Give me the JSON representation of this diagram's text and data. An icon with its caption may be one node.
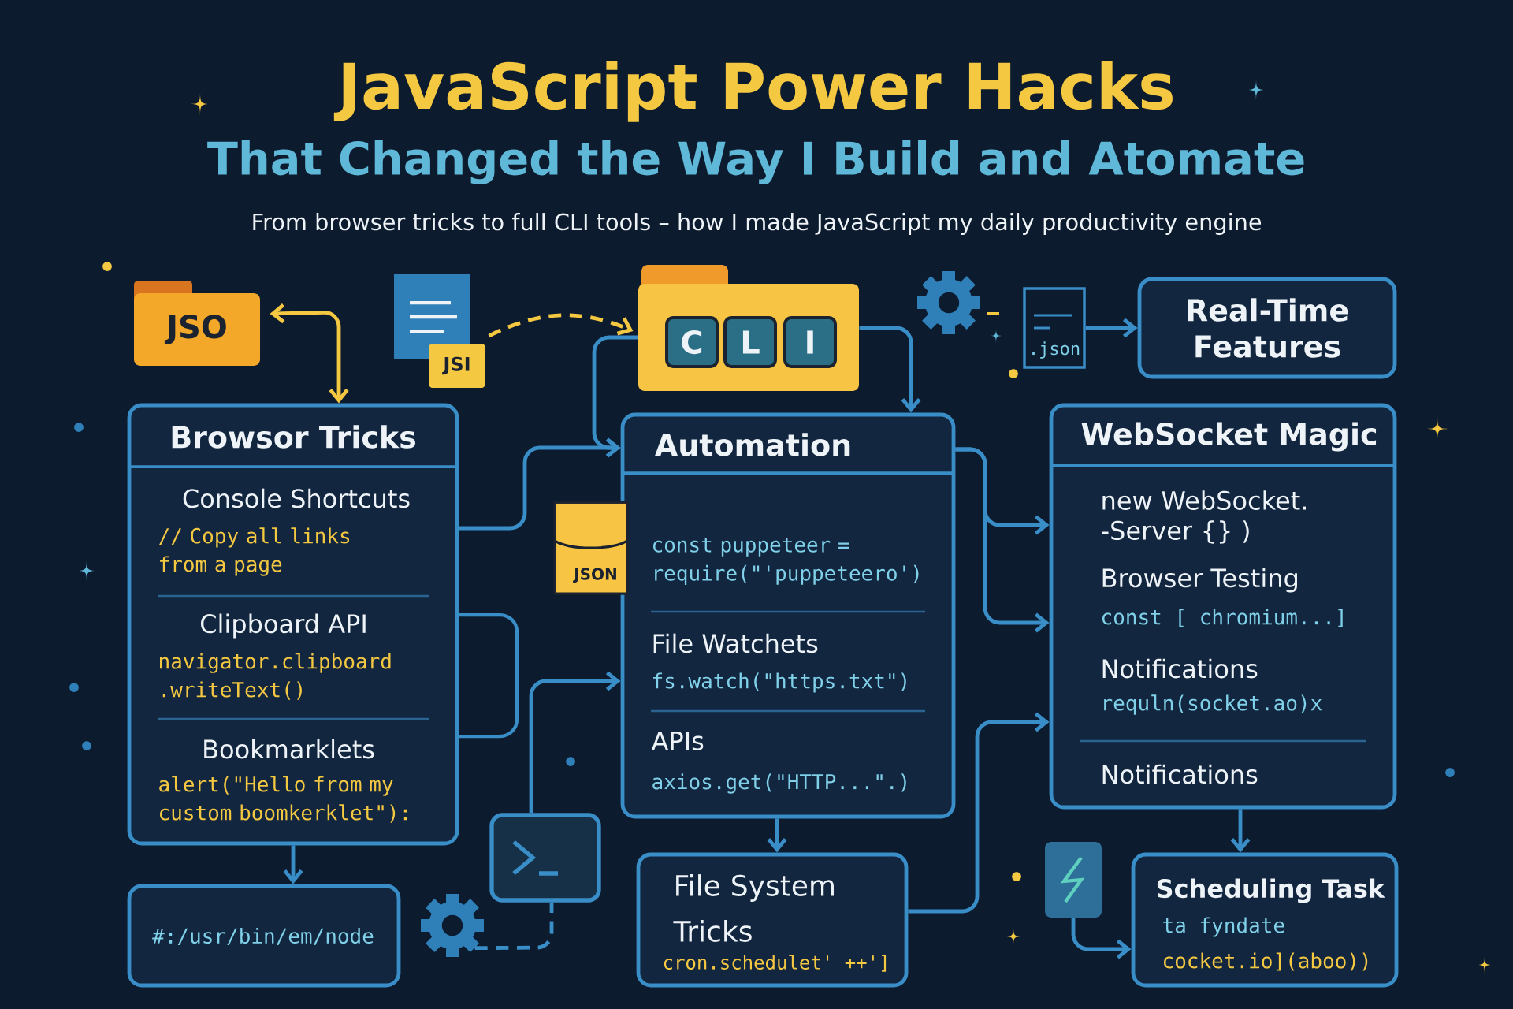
{
  "diagram": {
    "title": "JavaScript Power Hacks",
    "caption": "From browser tricks to full CLI tools – how I made JavaScript my daily productivity engine",
    "labels": [
      "That Changed the Way I Build and Atomate"
    ],
    "nodes": [
      {
        "text": [
          "JSO"
        ]
      },
      {
        "text": [
          "JSI"
        ]
      },
      {
        "text": [
          "C",
          "L",
          "I"
        ]
      },
      {
        "text": [
          ".json"
        ]
      },
      {
        "text": [
          "Real-Time Features"
        ]
      },
      {
        "text": [
          "Browsor Tricks",
          "Console Shortcuts",
          "// Copy all links from a page",
          "Clipboard API",
          "navigator.clipboard .writeText()",
          "Bookmarklets",
          "alert(\"Hello from my custom boomkerklet\"):"
        ]
      },
      {
        "text": [
          "Automation",
          "const puppeteer = require(\"'puppeteero')",
          "File Watchets",
          "fs.watch(\"https.txt\")",
          "APIs",
          "axios.get(\"HTTP...\".)"
        ]
      },
      {
        "text": [
          "JSON"
        ]
      },
      {
        "text": [
          "WebSocket Magic",
          "new WebSocket. -Server {} )",
          "Browser Testing",
          "const [ chromium...]",
          "Notifications",
          "requln(socket.ao)x",
          "Notifications"
        ]
      },
      {
        "text": [
          "#:/usr/bin/em/node"
        ]
      },
      {
        "text": [],
        "shape": "gear"
      },
      {
        "text": [],
        "shape": "box"
      },
      {
        "text": [
          "File System Tricks",
          "cron.schedulet' ++']"
        ]
      },
      {
        "text": [],
        "shape": "box"
      },
      {
        "text": [
          "Scheduling Task",
          "ta fyndate",
          "cocket.io](aboo))"
        ]
      }
    ],
    "edges": [
      {
        "from": 0,
        "to": 5,
        "arrow": "both",
        "color": "#f5c842"
      },
      {
        "from": 1,
        "to": 2,
        "arrow": "to",
        "style": "dashed",
        "color": "#f5c842"
      },
      {
        "from": 2,
        "to": 6,
        "arrow": "to"
      },
      {
        "from": 2,
        "to": 6,
        "arrow": "to"
      },
      {
        "from": 5,
        "to": 6,
        "arrow": "to"
      },
      {
        "from": 11,
        "to": 6,
        "arrow": "to"
      },
      {
        "from": 6,
        "to": 8,
        "arrow": "to"
      },
      {
        "from": 6,
        "to": 8,
        "arrow": "to"
      },
      {
        "from": 6,
        "to": 12,
        "arrow": "to"
      },
      {
        "from": 12,
        "to": 8,
        "arrow": "to"
      },
      {
        "from": 5,
        "to": 9,
        "arrow": "to"
      },
      {
        "from": 10,
        "to": 11,
        "arrow": "none",
        "style": "dashed"
      },
      {
        "from": 8,
        "to": 14,
        "arrow": "to"
      },
      {
        "from": 13,
        "to": 14,
        "arrow": "to"
      },
      {
        "from": 3,
        "to": 4,
        "arrow": "to"
      }
    ]
  }
}
